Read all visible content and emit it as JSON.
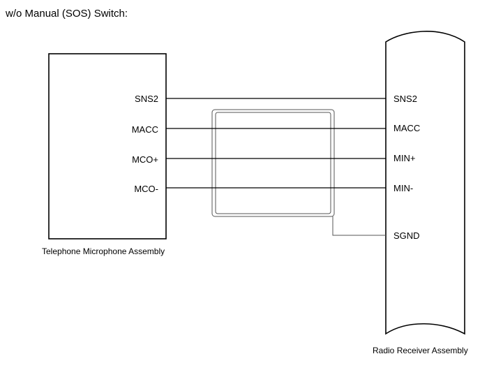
{
  "title": "w/o Manual (SOS) Switch:",
  "left_component": {
    "name": "Telephone Microphone Assembly",
    "pins": [
      "SNS2",
      "MACC",
      "MCO+",
      "MCO-"
    ]
  },
  "right_component": {
    "name": "Radio Receiver Assembly",
    "pins": [
      "SNS2",
      "MACC",
      "MIN+",
      "MIN-",
      "SGND"
    ]
  },
  "colors": {
    "line": "#000000",
    "shield": "#555555",
    "background": "#ffffff"
  }
}
